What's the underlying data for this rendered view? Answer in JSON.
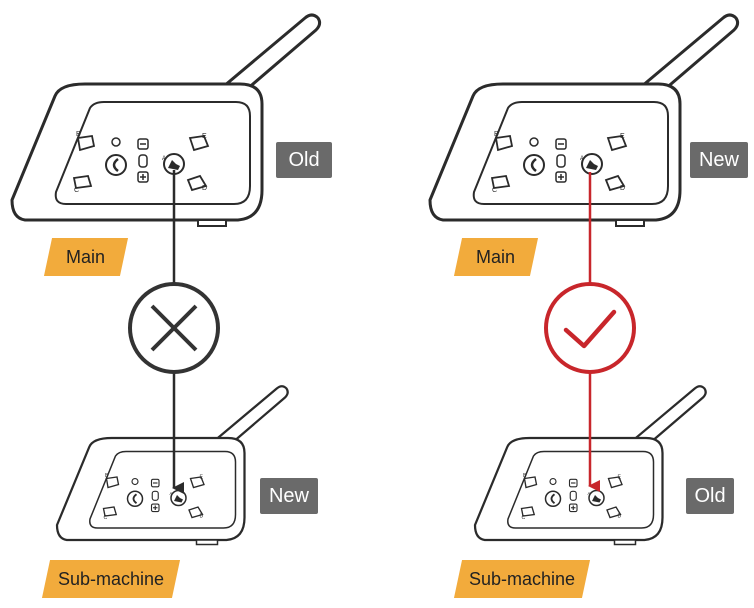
{
  "left_panel": {
    "top_device_status": "Old",
    "top_device_role": "Main",
    "bottom_device_status": "New",
    "bottom_device_role": "Sub-machine",
    "result_icon": "cross-icon",
    "result_color": "#333333"
  },
  "right_panel": {
    "top_device_status": "New",
    "top_device_role": "Main",
    "bottom_device_status": "Old",
    "bottom_device_role": "Sub-machine",
    "result_icon": "check-icon",
    "result_color": "#c8262b"
  },
  "colors": {
    "tag_background": "#f2ab3c",
    "status_background": "#6a6a6a",
    "device_outline": "#2b2b2b"
  }
}
